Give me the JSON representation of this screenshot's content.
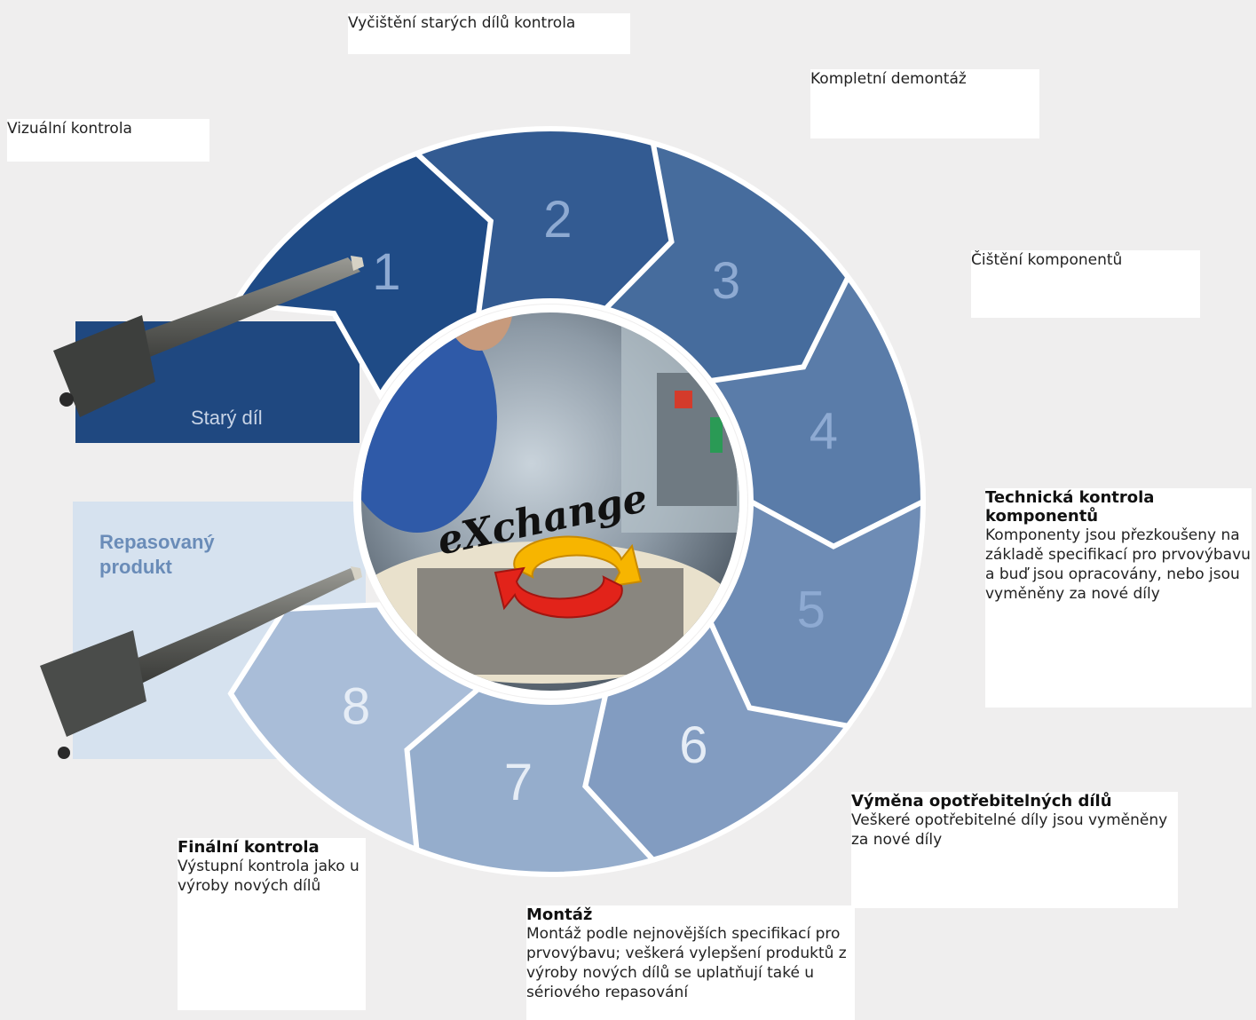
{
  "steps": [
    {
      "number": "1",
      "label": "Vizuální kontrola"
    },
    {
      "number": "2",
      "label": "Vyčištění starých dílů kontrola"
    },
    {
      "number": "3",
      "label": "Kompletní demontáž"
    },
    {
      "number": "4",
      "label": "Čištění komponentů"
    },
    {
      "number": "5",
      "title": "Technická kontrola komponentů",
      "description": "Komponenty jsou přezkoušeny na základě specifikací pro prvovýbavu a buď jsou opracovány, nebo jsou vyměněny za nové díly"
    },
    {
      "number": "6",
      "title": "Výměna opotřebitelných dílů",
      "description": "Veškeré opotřebitelné díly jsou vyměněny za nové díly"
    },
    {
      "number": "7",
      "title": "Montáž",
      "description": "Montáž podle nejnovějších specifikací pro prvovýbavu; veškerá vylepšení produktů z výroby nových dílů se uplatňují také u sériového repasování"
    },
    {
      "number": "8",
      "title": "Finální kontrola",
      "description": "Výstupní kontrola jako u výroby nových dílů"
    }
  ],
  "old_part_label": "Starý díl",
  "remanufactured_label_line1": "Repasovaný",
  "remanufactured_label_line2": "produkt",
  "center_logo": "eXchange",
  "colors": {
    "ring_dark": "#1f4b86",
    "ring_light": "#a9bdd8",
    "old_panel": "#1f4880",
    "new_panel": "#d6e2ef",
    "arrow_red": "#e2231a",
    "arrow_yellow": "#f7b500"
  }
}
